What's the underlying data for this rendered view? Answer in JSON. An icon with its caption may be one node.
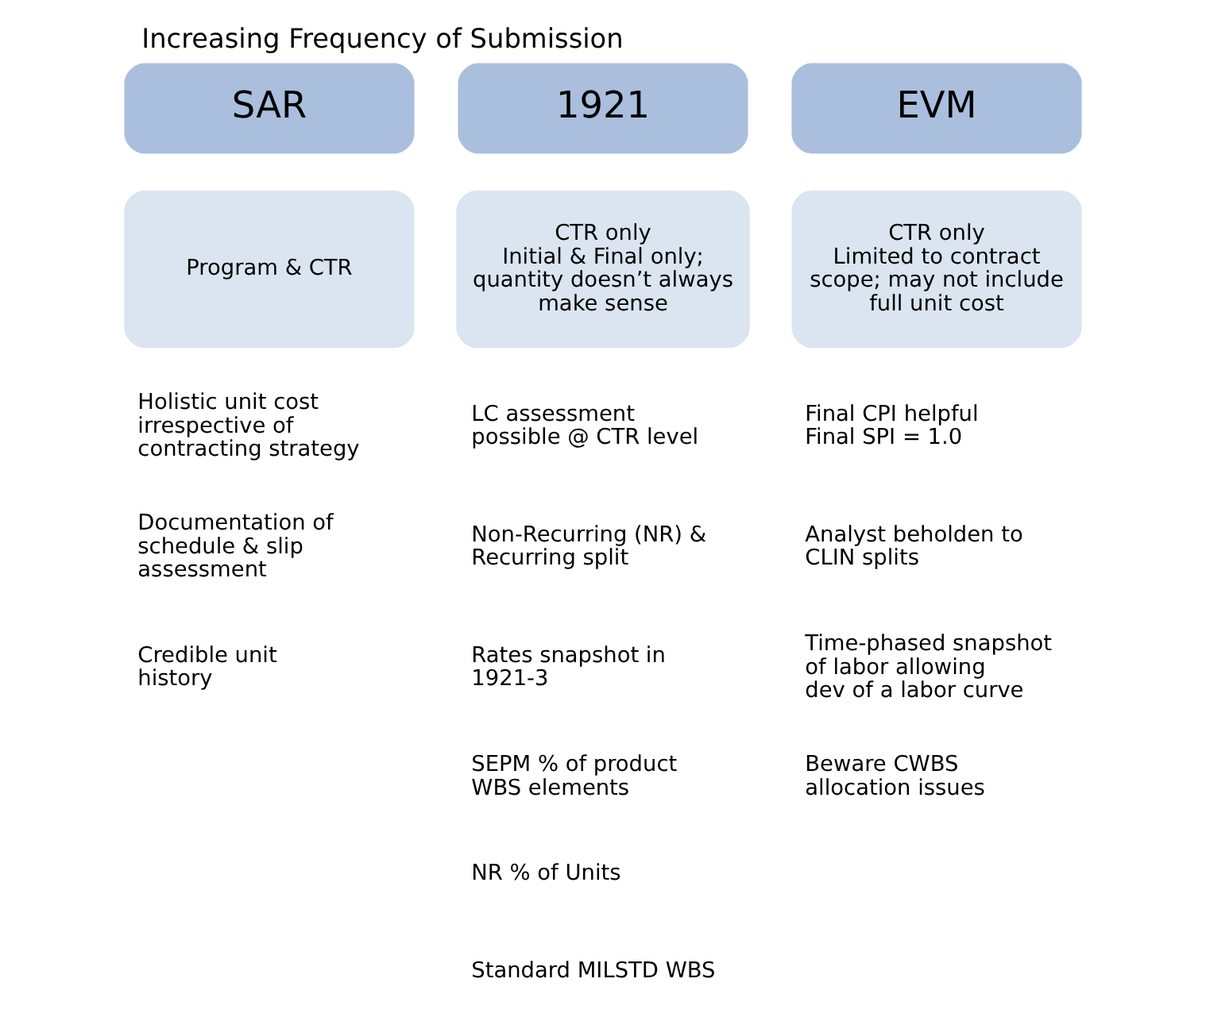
{
  "diagram": {
    "title": "Increasing Frequency of Submission",
    "nodes": [
      {
        "text": [
          "SAR"
        ]
      },
      {
        "text": [
          "1921"
        ]
      },
      {
        "text": [
          "EVM"
        ]
      },
      {
        "text": [
          "Program & CTR"
        ]
      },
      {
        "text": [
          "CTR only",
          "Initial & Final only; quantity doesn’t always make sense"
        ]
      },
      {
        "text": [
          "CTR only",
          "Limited to contract scope; may not include full unit cost"
        ]
      }
    ],
    "labels": [
      "Holistic unit cost irrespective of contracting strategy",
      "Documentation of schedule & slip assessment",
      "Credible unit history",
      "LC assessment possible @ CTR level",
      "Non-Recurring (NR) & Recurring split",
      "Rates snapshot in 1921-3",
      "SEPM % of product WBS elements",
      "NR % of Units",
      "Standard MILSTD WBS",
      "Final CPI helpful Final SPI = 1.0",
      "Analyst beholden to CLIN splits",
      "Time-phased snapshot of labor allowing dev of a labor curve",
      "Beware CWBS allocation issues"
    ]
  }
}
